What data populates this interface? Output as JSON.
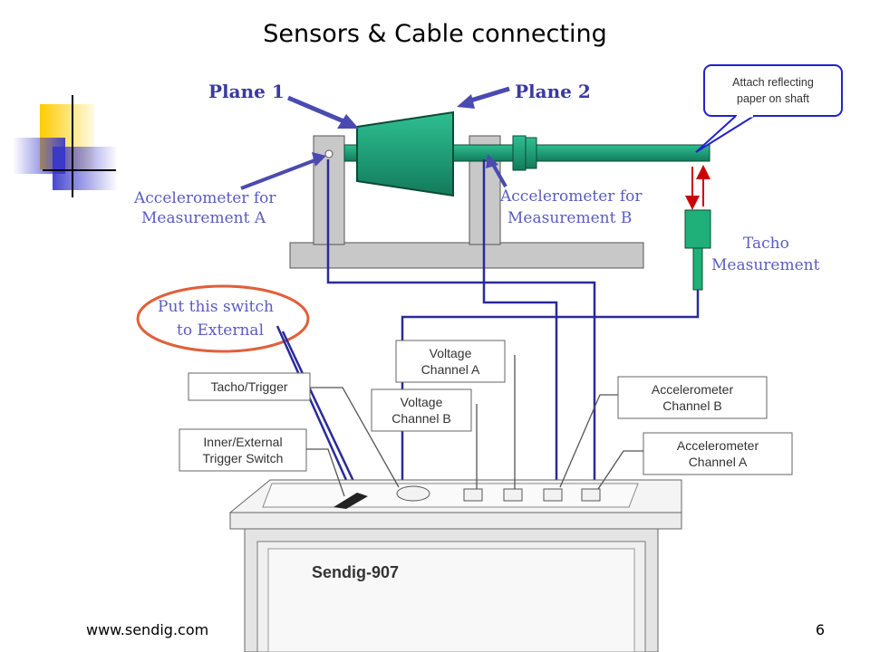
{
  "slide": {
    "title": "Sensors & Cable connecting",
    "footer_url": "www.sendig.com",
    "page_number": "6"
  },
  "diagram": {
    "plane1": "Plane 1",
    "plane2": "Plane 2",
    "callout": [
      "Attach reflecting",
      "paper on shaft"
    ],
    "accel_a": [
      "Accelerometer for",
      "Measurement A"
    ],
    "accel_b": [
      "Accelerometer for",
      "Measurement B"
    ],
    "tacho": [
      "Tacho",
      "Measurement"
    ],
    "switch_note": [
      "Put this switch",
      "to External"
    ],
    "labels": {
      "voltage_a": [
        "Voltage",
        "Channel A"
      ],
      "voltage_b": [
        "Voltage",
        "Channel B"
      ],
      "tacho_trigger": "Tacho/Trigger",
      "accel_ch_b": [
        "Accelerometer",
        "Channel B"
      ],
      "inner_external": [
        "Inner/External",
        "Trigger Switch"
      ],
      "accel_ch_a": [
        "Accelerometer",
        "Channel A"
      ]
    },
    "device_name": "Sendig-907"
  },
  "colors": {
    "rotor": "#1f9e77",
    "cable": "#2a2a9a",
    "callout_border": "#2222cc",
    "switch_ellipse": "#e0603a",
    "deco_yellow": "#ffcc00",
    "deco_blue": "#3333cc"
  }
}
